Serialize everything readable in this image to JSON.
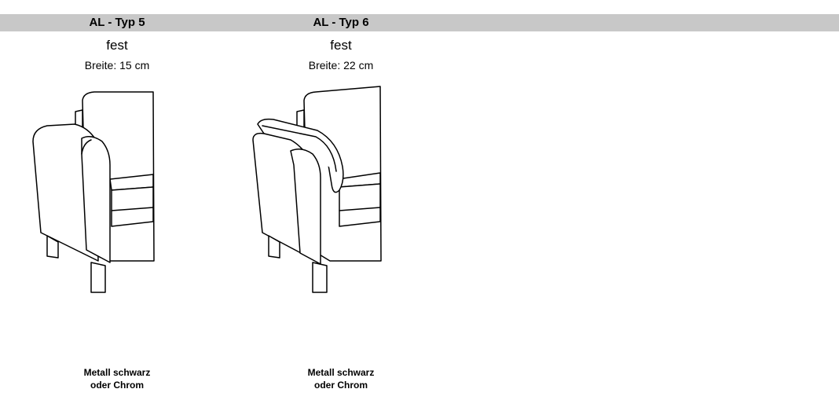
{
  "columns": [
    {
      "title": "AL - Typ 5",
      "subtitle": "fest",
      "width_label": "Breite: 15 cm",
      "material_line1": "Metall schwarz",
      "material_line2": "oder Chrom"
    },
    {
      "title": "AL - Typ 6",
      "subtitle": "fest",
      "width_label": "Breite: 22 cm",
      "material_line1": "Metall schwarz",
      "material_line2": "oder Chrom"
    }
  ],
  "colors": {
    "header_bar": "#c8c8c8",
    "line": "#000000",
    "background": "#ffffff"
  }
}
